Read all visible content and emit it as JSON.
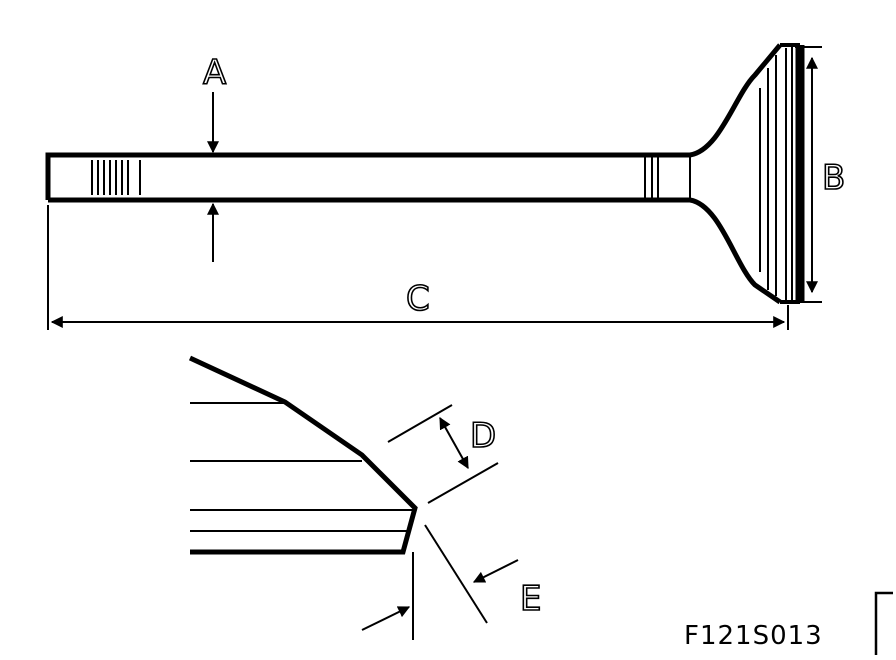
{
  "labels": {
    "a": "A",
    "b": "B",
    "c": "C",
    "d": "D",
    "e": "E"
  },
  "figure_code": "F121S013",
  "colors": {
    "line": "#000000",
    "background": "#ffffff"
  }
}
